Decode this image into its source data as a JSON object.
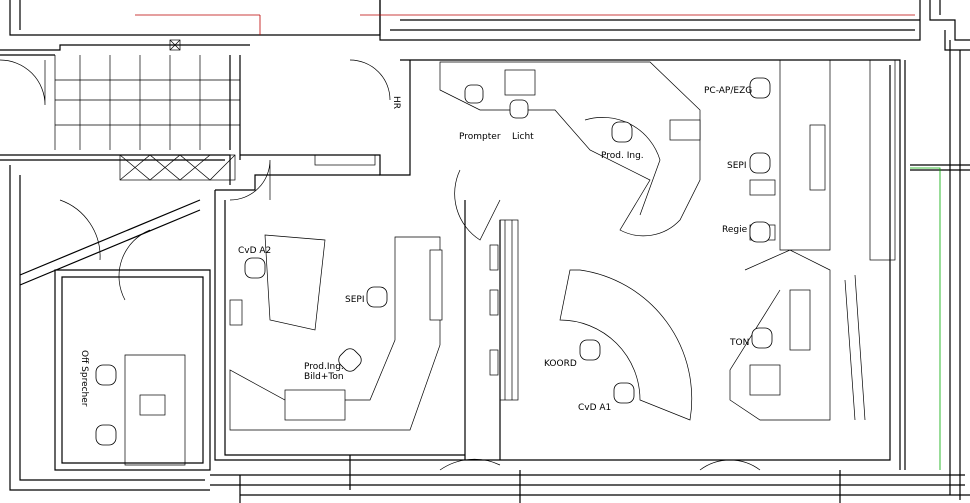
{
  "plan": {
    "labels": {
      "hr": "HR",
      "prompter": "Prompter",
      "licht": "Licht",
      "prod_ing": "Prod. Ing.",
      "pc_ap_ezg": "PC-AP/EZG",
      "sepi_right": "SEPI",
      "regie": "Regie",
      "ton": "TON",
      "koord": "KOORD",
      "cvd_a1": "CvD A1",
      "cvd_a2": "CvD A2",
      "sepi_left": "SEPI",
      "prod_ing_bild_ton_1": "Prod.Ing.",
      "prod_ing_bild_ton_2": "Bild+Ton",
      "off_sprecher": "Off Sprecher"
    },
    "colors": {
      "wall": "#000000",
      "accent_red": "#bb0000",
      "accent_green": "#00aa00"
    }
  }
}
